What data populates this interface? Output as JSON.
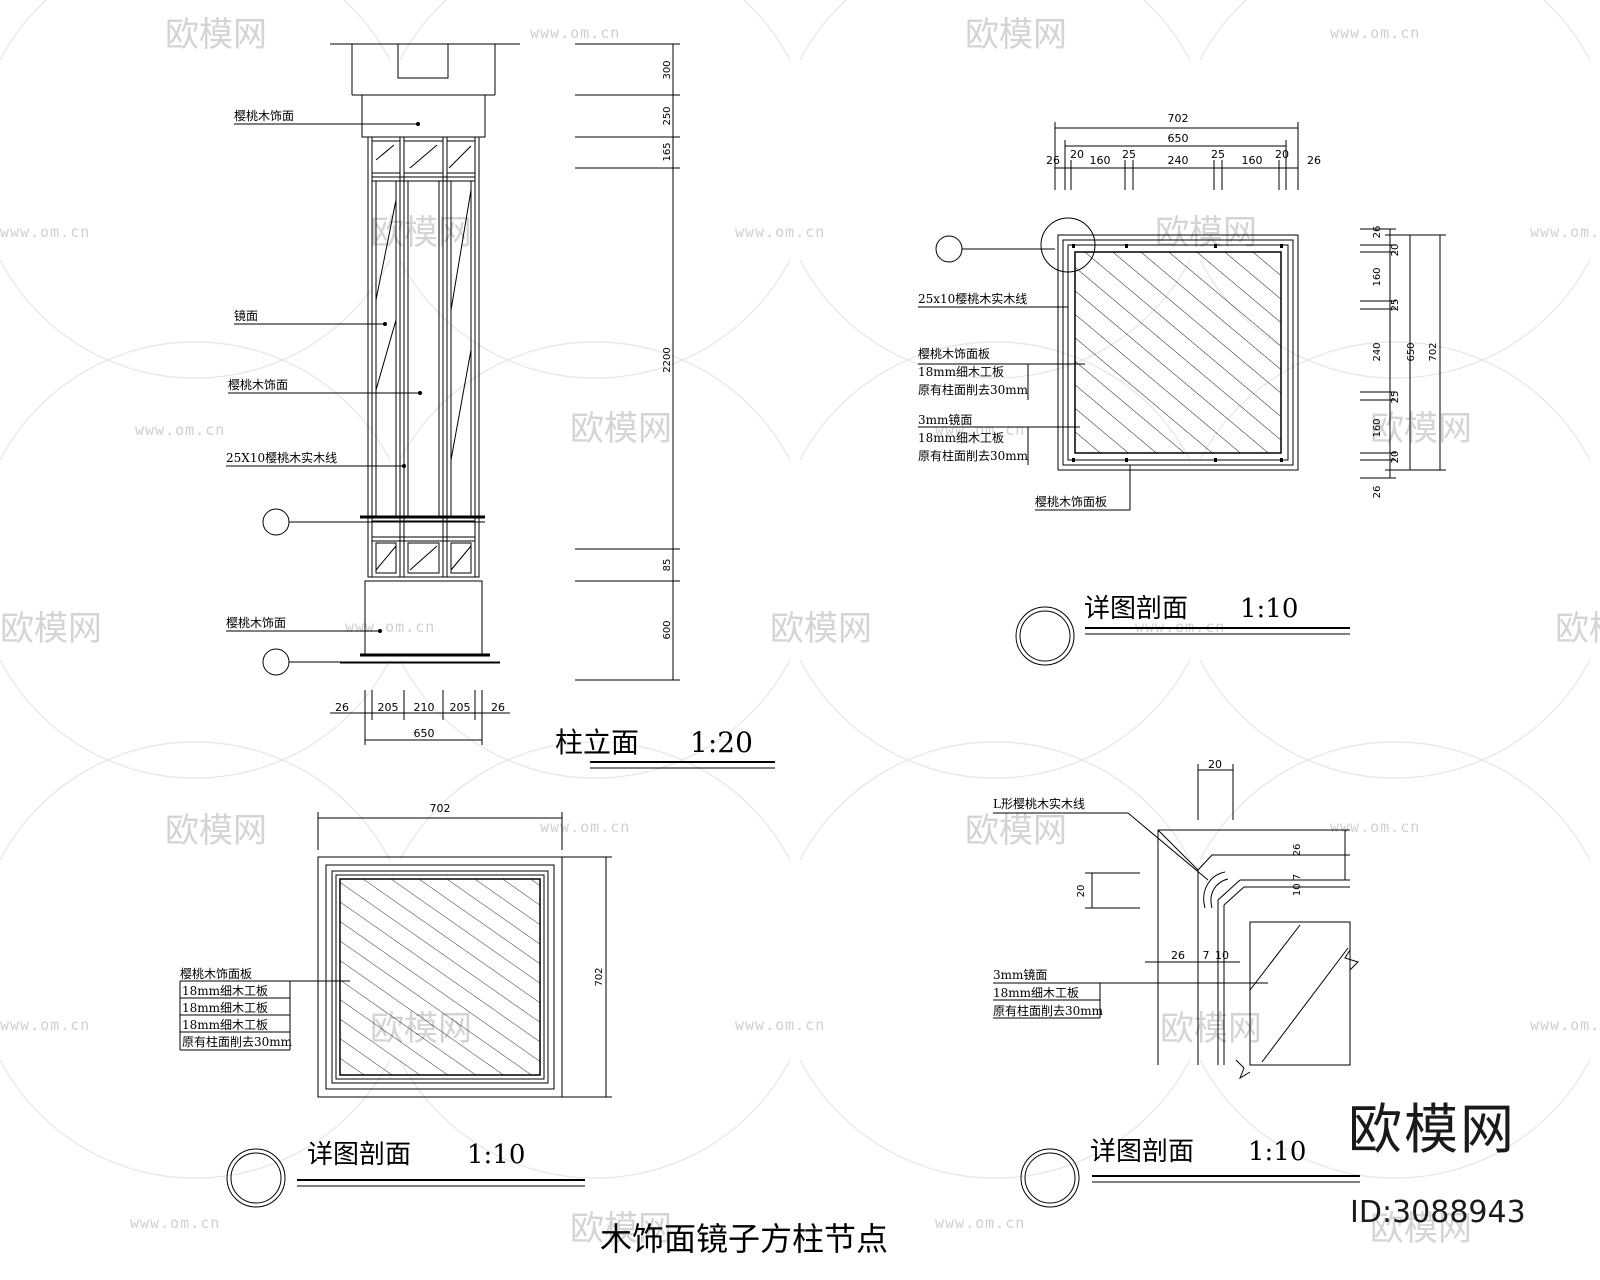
{
  "sheet": {
    "title": "木饰面镜子方柱节点"
  },
  "watermark": {
    "brand": "欧模网",
    "url": "www.om.cn",
    "logo_text": "欧模网",
    "id_text": "ID:3088943"
  },
  "column_elevation": {
    "title": "柱立面",
    "scale": "1:20",
    "labels": {
      "top_finish": "樱桃木饰面",
      "mirror": "镜面",
      "mid_finish": "樱桃木饰面",
      "solid_line": "25X10樱桃木实木线",
      "base_finish": "樱桃木饰面"
    },
    "right_dims": [
      "300",
      "250",
      "165",
      "2200",
      "85",
      "600"
    ],
    "bottom_dims": [
      "26",
      "205",
      "210",
      "205",
      "26"
    ],
    "bottom_total": "650"
  },
  "section_top_right": {
    "title": "详图剖面",
    "scale": "1:10",
    "top_dims_outer": "702",
    "top_dims_inner": "650",
    "top_dims_parts": [
      "26",
      "20",
      "160",
      "25",
      "240",
      "25",
      "160",
      "20",
      "26"
    ],
    "right_dims_parts": [
      "26",
      "20",
      "160",
      "25",
      "240",
      "25",
      "160",
      "20",
      "26"
    ],
    "right_dims_650": "650",
    "right_dims_702": "702",
    "labels": {
      "solid_line": "25x10樱桃木实木线",
      "layer1_a": "樱桃木饰面板",
      "layer1_b": "18mm细木工板",
      "layer1_c": "原有柱面削去30mm",
      "layer2_a": "3mm镜面",
      "layer2_b": "18mm细木工板",
      "layer2_c": "原有柱面削去30mm",
      "bottom": "樱桃木饰面板"
    }
  },
  "section_bottom_left": {
    "title": "详图剖面",
    "scale": "1:10",
    "dim_top": "702",
    "dim_right": "702",
    "labels": [
      "樱桃木饰面板",
      "18mm细木工板",
      "18mm细木工板",
      "18mm细木工板",
      "原有柱面削去30mm"
    ]
  },
  "section_bottom_right": {
    "title": "详图剖面",
    "scale": "1:10",
    "dims": {
      "top": "20",
      "left": "20",
      "right_26": "26",
      "right_small": "10 7",
      "bottom_26": "26",
      "bottom_7": "7",
      "bottom_10": "10"
    },
    "labels": {
      "l_line": "L形樱桃木实木线",
      "mirror": "3mm镜面",
      "board": "18mm细木工板",
      "original": "原有柱面削去30mm"
    }
  }
}
